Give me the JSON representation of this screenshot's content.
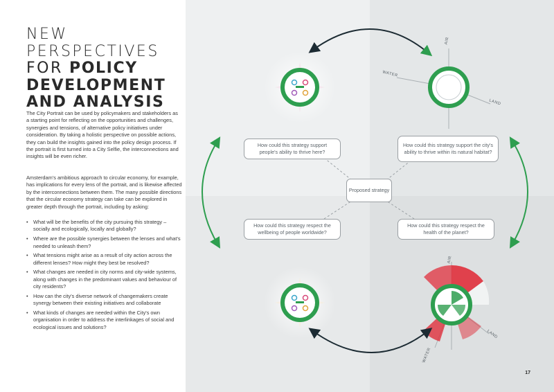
{
  "title": {
    "line1": "NEW",
    "line2": "PERSPECTIVES",
    "line3_prefix": "FOR",
    "line3_bold": "POLICY",
    "line4": "DEVELOPMENT",
    "line5": "AND ANALYSIS"
  },
  "paragraphs": [
    "The City Portrait can be used by policymakers and stakeholders as a starting point for reflecting on the opportunities and challenges, synergies and tensions, of alternative policy initiatives under consideration. By taking a holistic perspective on possible actions, they can build the insights gained into the policy design process. If the portrait is first turned into a City Selfie, the interconnections and insights will be even richer.",
    "Amsterdam's ambitious approach to circular economy, for example, has implications for every lens of the portrait, and is likewise affected by the interconnections between them. The many possible directions that the circular economy strategy can take can be explored in greater depth through the portrait, including by asking:"
  ],
  "questions": [
    "What will be the benefits of the city pursuing this strategy – socially and ecologically, locally and globally?",
    "Where are the possible synergies between the lenses and what's needed to unleash them?",
    "What tensions might arise as a result of city action across the different lenses? How might they best be resolved?",
    "What changes are needed in city norms and city-wide systems, along with changes in the predominant values and behaviour of city residents?",
    "How can the city's diverse network of changemakers create synergy between their existing initiatives and collaborate",
    "What kinds of changes are needed within the City's own organisation in order to address the interlinkages of social and ecological issues and solutions?"
  ],
  "diagram": {
    "center_label": "Proposed strategy",
    "boxes": {
      "top_left": "How could this strategy support people's ability to thrive here?",
      "top_right": "How could this strategy support the city's ability to thrive within its natural habitat?",
      "bottom_left": "How could this strategy respect the wellbeing of people worldwide?",
      "bottom_right": "How could this strategy respect the health of the planet?"
    },
    "axis_labels": {
      "air": "AIR",
      "water": "WATER",
      "land": "LAND"
    },
    "colors": {
      "green": "#2e9e4f",
      "red": "#e0303c",
      "box_border": "#9a9fa3",
      "text": "#5a6268"
    }
  },
  "page_number": "17"
}
